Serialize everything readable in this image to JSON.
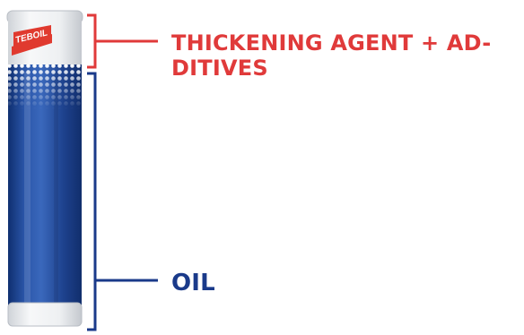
{
  "tube": {
    "brand_logo_text": "TEBOIL",
    "colors": {
      "body_blue": "#1a3f8f",
      "cap_white": "#f1f2f3",
      "logo_red": "#e03a2f"
    }
  },
  "callouts": {
    "thickening_agent": {
      "text": "THICKENING AGENT + AD- DITIVES",
      "color": "#e03a3a"
    },
    "oil": {
      "text": "OIL",
      "color": "#1a3a8a"
    }
  }
}
